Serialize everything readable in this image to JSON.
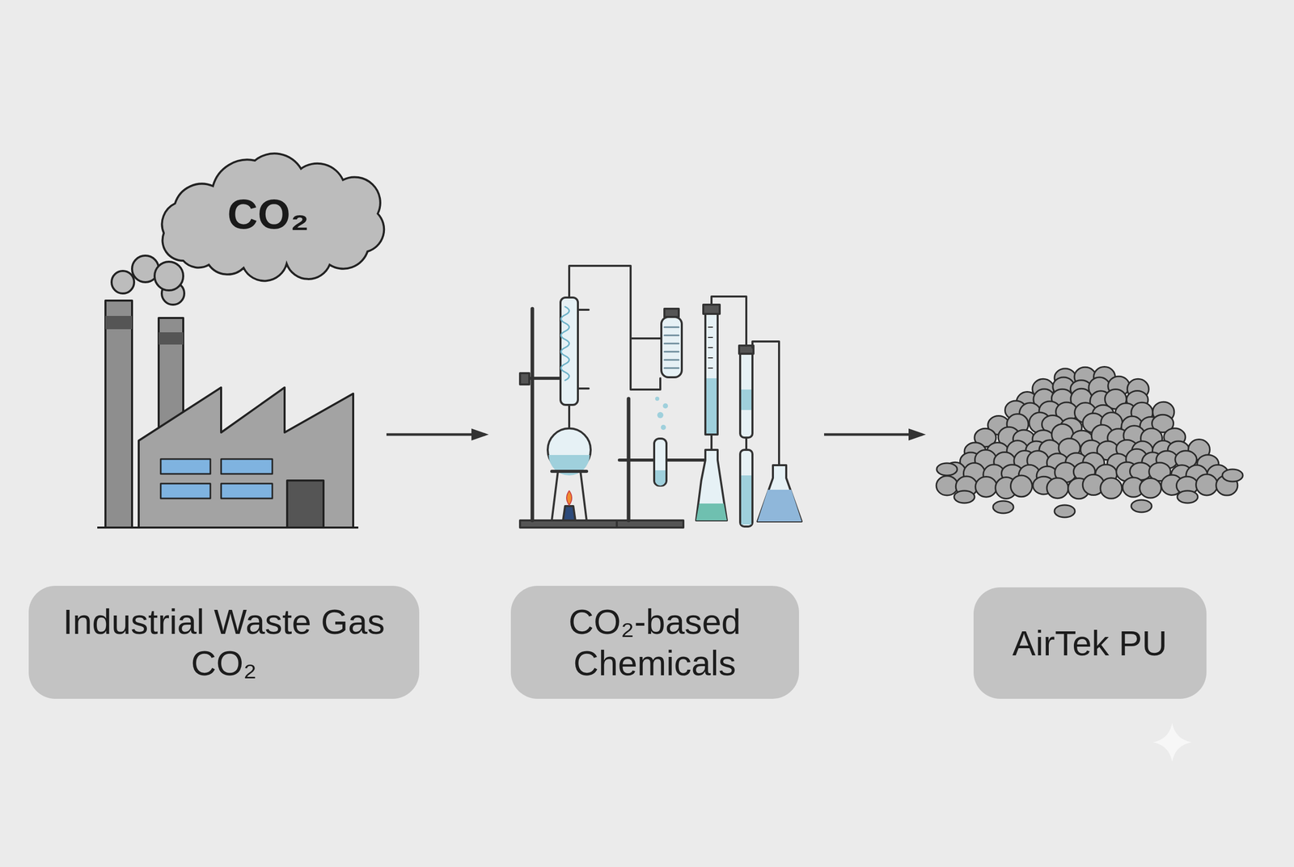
{
  "diagram": {
    "nodes": [
      {
        "text": [
          "CO₂"
        ]
      },
      {
        "text": [
          "Industrial Waste Gas CO₂"
        ]
      },
      {
        "text": [
          "CO₂-based Chemicals"
        ]
      },
      {
        "text": [
          "AirTek PU"
        ]
      }
    ],
    "edges": [
      {
        "from": 1,
        "to": 2,
        "arrow": "to"
      },
      {
        "from": 2,
        "to": 3,
        "arrow": "to"
      }
    ]
  }
}
